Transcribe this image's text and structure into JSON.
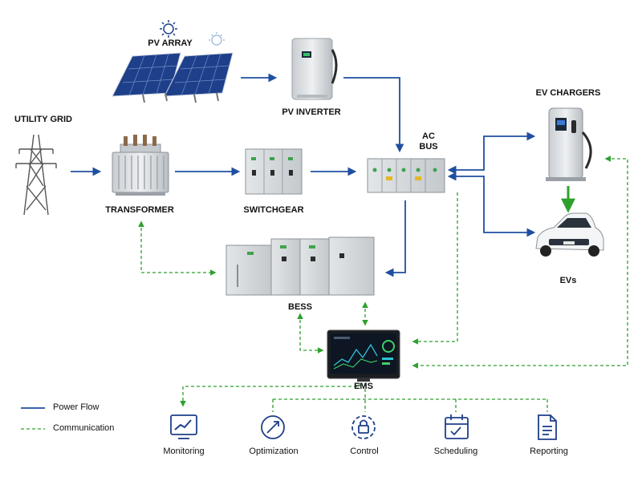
{
  "nodes": {
    "pv_array": "PV ARRAY",
    "pv_inverter": "PV INVERTER",
    "utility_grid": "UTILITY GRID",
    "transformer": "TRANSFORMER",
    "switchgear": "SWITCHGEAR",
    "ac_bus_line1": "AC",
    "ac_bus_line2": "BUS",
    "ev_chargers": "EV CHARGERS",
    "evs": "EVs",
    "bess": "BESS",
    "ems": "EMS"
  },
  "functions": [
    {
      "label": "Monitoring",
      "icon": "monitoring-icon"
    },
    {
      "label": "Optimization",
      "icon": "optimization-icon"
    },
    {
      "label": "Control",
      "icon": "control-icon"
    },
    {
      "label": "Scheduling",
      "icon": "scheduling-icon"
    },
    {
      "label": "Reporting",
      "icon": "reporting-icon"
    }
  ],
  "legend": {
    "power_flow": "Power Flow",
    "communication": "Communication"
  },
  "colors": {
    "power_flow": "#1f4fa0",
    "communication": "#2ea02e",
    "equipment": "#d9dde0",
    "panel": "#1e3f8a"
  }
}
